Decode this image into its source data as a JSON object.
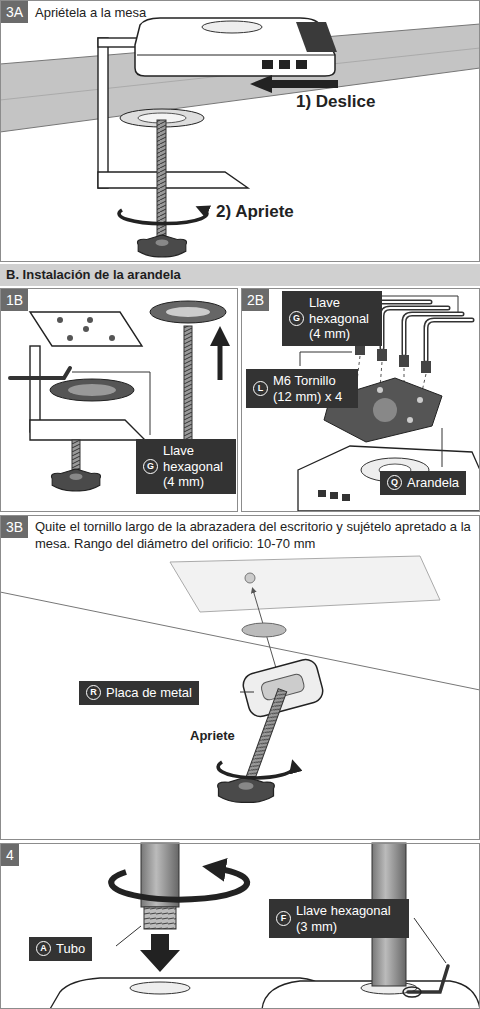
{
  "diagram": {
    "nodes": [
      {
        "text": [
          "3A",
          "Apriétela a la mesa"
        ]
      },
      {
        "text": [
          "B. Instalación de la arandela"
        ]
      },
      {
        "text": [
          "1B"
        ]
      },
      {
        "text": [
          "G",
          "Llave hexagonal (4 mm)"
        ],
        "in": 2
      },
      {
        "text": [
          "2B"
        ]
      },
      {
        "text": [
          "G",
          "Llave hexagonal (4 mm)"
        ],
        "in": 4
      },
      {
        "text": [
          "L",
          "M6 Tornillo (12 mm) x 4"
        ],
        "in": 4
      },
      {
        "text": [
          "Q",
          "Arandela"
        ],
        "in": 4
      },
      {
        "text": [
          "3B",
          "Quite el tornillo largo de la abrazadera del escritorio y sujételo apretado a la mesa. Rango del diámetro del orificio: 10-70 mm"
        ]
      },
      {
        "text": [
          "R",
          "Placa de metal"
        ],
        "in": 8
      },
      {
        "text": [
          "4"
        ]
      },
      {
        "text": [
          "A",
          "Tubo"
        ],
        "in": 10
      },
      {
        "text": [
          "F",
          "Llave hexagonal (3 mm)"
        ],
        "in": 10
      }
    ],
    "labels": [
      "1) Deslice",
      "2) Apriete",
      "Apriete"
    ]
  }
}
